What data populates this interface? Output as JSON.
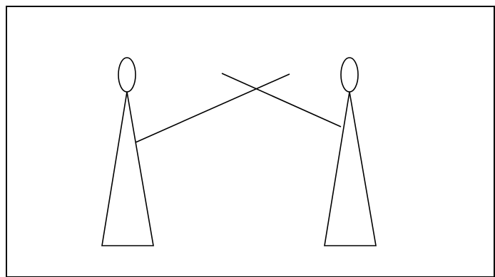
{
  "diagram": {
    "background": "#ffffff",
    "stroke_color": "#000000",
    "shapes": [
      "frame",
      "left-figure",
      "right-figure",
      "left-crossing-line",
      "right-crossing-line"
    ]
  }
}
